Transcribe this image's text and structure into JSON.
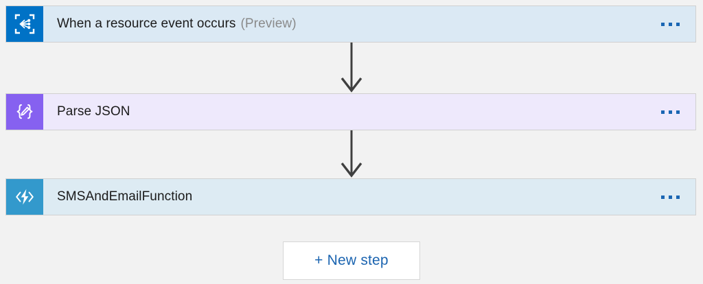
{
  "designer": {
    "background_color": "#f2f2f2",
    "steps": [
      {
        "title": "When a resource event occurs",
        "suffix": "(Preview)",
        "icon": "event-grid-icon",
        "icon_color": "#0072c6",
        "card_color": "#dbe9f4",
        "menu_label": "..."
      },
      {
        "title": "Parse JSON",
        "suffix": "",
        "icon": "parse-json-icon",
        "icon_color": "#8661f0",
        "card_color": "#eee9fc",
        "menu_label": "..."
      },
      {
        "title": "SMSAndEmailFunction",
        "suffix": "",
        "icon": "azure-function-icon",
        "icon_color": "#3399cc",
        "card_color": "#ddebf3",
        "menu_label": "..."
      }
    ],
    "connectors": [
      {
        "name": "arrow-step1-to-step2"
      },
      {
        "name": "arrow-step2-to-step3"
      }
    ],
    "new_step_button": {
      "label": "+ New step",
      "text_color": "#1b64b0",
      "background_color": "#ffffff",
      "border_color": "#d6d6d6"
    }
  }
}
